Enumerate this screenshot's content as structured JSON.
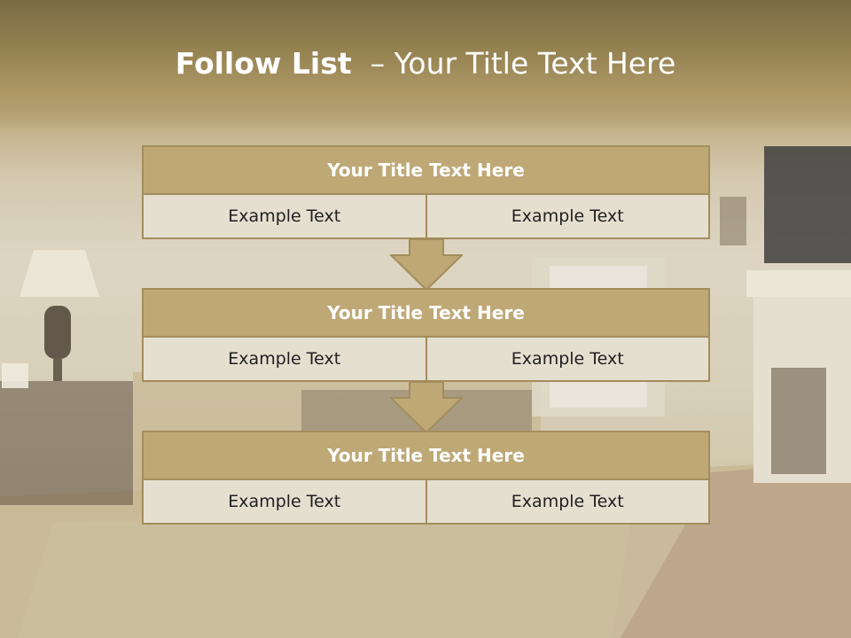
{
  "slide": {
    "title_bold": "Follow List",
    "title_rest": "– Your Title Text Here"
  },
  "blocks": [
    {
      "title": "Your Title Text Here",
      "left": "Example Text",
      "right": "Example Text"
    },
    {
      "title": "Your Title Text Here",
      "left": "Example Text",
      "right": "Example Text"
    },
    {
      "title": "Your Title Text Here",
      "left": "Example Text",
      "right": "Example Text"
    }
  ],
  "colors": {
    "header_fill": "#bea876",
    "border": "#a38d5c",
    "cell_fill": "#e5dfd0",
    "arrow_fill": "#bea876"
  }
}
